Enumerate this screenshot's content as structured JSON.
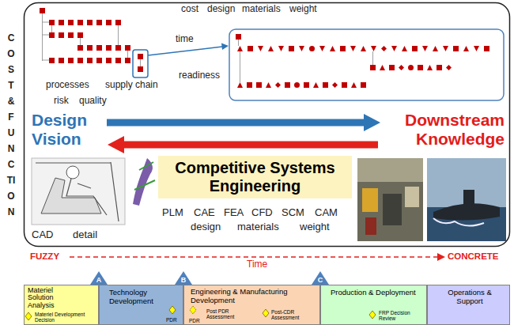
{
  "diagram": {
    "nodes": [
      {
        "text": [
          "Competitive Systems Engineering"
        ]
      },
      {
        "text": [
          "A"
        ]
      },
      {
        "text": [
          "B"
        ]
      },
      {
        "text": [
          "C"
        ]
      },
      {
        "text": [
          "Materiel Solution Analysis",
          "Materiel Development Decision"
        ]
      },
      {
        "text": [
          "Technology Development",
          "PDR"
        ]
      },
      {
        "text": [
          "Engineering & Manufacturing Development",
          "PDR",
          "Post PDR Assessment",
          "Post-CDR Assessment"
        ]
      },
      {
        "text": [
          "Production & Deployment",
          "FRP Decision Review"
        ]
      },
      {
        "text": [
          "Operations & Support"
        ]
      }
    ],
    "labels": [
      "COST & FUNCTION",
      "cost",
      "design",
      "materials",
      "weight",
      "time",
      "readiness",
      "processes",
      "supply chain",
      "risk",
      "quality",
      "Design Vision",
      "Downstream Knowledge",
      "PLM",
      "CAE",
      "FEA",
      "CFD",
      "SCM",
      "CAM",
      "design",
      "materials",
      "weight",
      "CAD",
      "detail",
      "FUZZY",
      "Time",
      "CONCRETE"
    ]
  }
}
